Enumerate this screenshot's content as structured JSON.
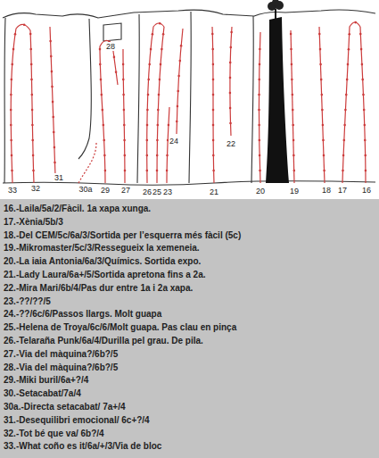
{
  "diagram": {
    "labels": [
      "33",
      "32",
      "31",
      "30a",
      "29",
      "28",
      "27",
      "26",
      "25",
      "23",
      "24",
      "21",
      "22",
      "20",
      "19",
      "18",
      "17",
      "16",
      "16.-Laila/5a/2/Fàcil. 1a xapa xunga.",
      "17.-Xènia/5b/3",
      "18.-Del CEM/5c/6a/3/Sortida per l’esquerra més fàcil (5c)",
      "19.-Mikromaster/5c/3/Ressegueix la xemeneia.",
      "20.-La iaia Antonia/6a/3/Químics. Sortida expo.",
      "21.-Lady Laura/6a+/5/Sortida apretona fins a 2a.",
      "22.-Mira Mari/6b/4/Pas dur entre 1a i 2a xapa.",
      "23.-??/??/5",
      "24.-??/6c/6/Passos llargs. Molt guapa",
      "25.-Helena de Troya/6c/6/Molt guapa. Pas clau en pinça",
      "26.-Telaraña Punk/6a/4/Durilla pel grau. De pila.",
      "27.-Via del màquina?/6b?/5",
      "28.-Via del màquina?/6b?/5",
      "29.-Miki buril/6a+?/4",
      "30.-Setacabat/7a/4",
      "30a.-Directa setacabat/ 7a+/4",
      "31.-Desequilibri emocional/ 6c+?/4",
      "32.-Tot bé que va/ 6b?/4",
      "33.-What coño es it/6a/+/3/Via de bloc"
    ]
  }
}
